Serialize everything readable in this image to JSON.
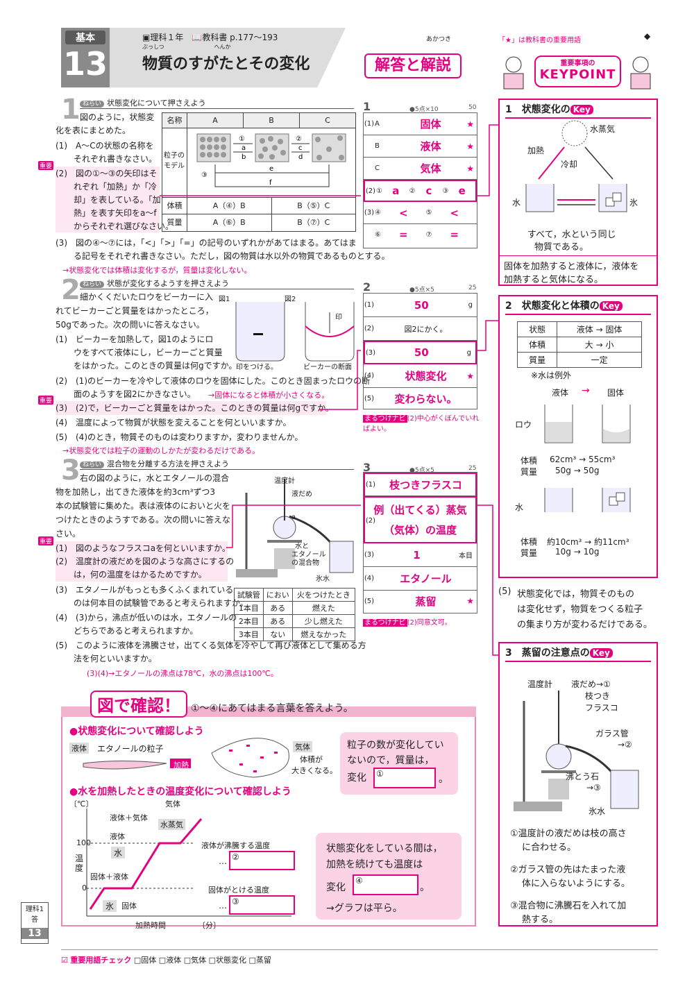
{
  "header": {
    "tab_kind": "基本",
    "tab_num": "13",
    "subject": "理科１年",
    "textbook": "教科書 p.177〜193",
    "title": "物質のすがたとその変化",
    "title_ruby": "ぶっしつ　　　　　　　　　へんか",
    "brand": "あかつき",
    "answer_title": "解答と解説",
    "diamond": "◆"
  },
  "keypoint": {
    "note": "「★」は教科書の重要用語",
    "logo_top": "重要事項の",
    "logo_main": "KEYPOINT",
    "k1": {
      "num": "1",
      "title": "状態変化の",
      "tag": "Key",
      "labels": {
        "vapor": "水蒸気",
        "heat": "加熱",
        "cool": "冷却",
        "water": "水",
        "ice": "氷"
      },
      "cap1": "すべて，水という同じ",
      "cap2": "物質である。",
      "text1": "固体を加熱すると液体に，液体を",
      "text2": "加熱すると気体になる。"
    },
    "k2": {
      "num": "2",
      "title": "状態変化と体積の",
      "tag": "Key",
      "table": [
        [
          "状態",
          "液体 → 固体"
        ],
        [
          "体積",
          "大 → 小"
        ],
        [
          "質量",
          "一定"
        ]
      ],
      "exception": "※水は例外",
      "liquid": "液体",
      "solid": "固体",
      "wax": "ロウ",
      "water": "水",
      "vol_label": "体積",
      "mass_label": "質量",
      "wax_vol": "62cm³ → 55cm³",
      "wax_mass": "50g → 50g",
      "water_vol": "約10cm³ → 約11cm³",
      "water_mass": "10g → 10g"
    },
    "k2note": {
      "num": "(5)",
      "line1": "状態変化では，物質そのもの",
      "line2": "は変化せず，物質をつくる粒子",
      "line3": "の集まり方が変わるだけである。"
    },
    "k3": {
      "num": "3",
      "title": "蒸留の注意点の",
      "tag": "Key",
      "thermo": "温度計",
      "drop": "液だめ→①",
      "flask1": "枝つき",
      "flask2": "フラスコ",
      "tube": "ガラス管",
      "tube_n": "→②",
      "stone": "沸とう石",
      "stone_n": "→③",
      "icewater": "氷水",
      "p1a": "①温度計の液だめは枝の高さ",
      "p1b": "に合わせる。",
      "p2a": "②ガラス管の先はたまった液",
      "p2b": "体に入らないようにする。",
      "p3a": "③混合物に沸騰石を入れて加",
      "p3b": "熱する。"
    }
  },
  "s1": {
    "num": "1",
    "nerai_tag": "ねらい",
    "nerai": "状態変化について押さえよう",
    "q_intro1": "図のように，状態変",
    "q_intro2": "化を表にまとめた。",
    "q1a": "(1)　A〜Cの状態の名称を",
    "q1b": "それぞれ書きなさい。",
    "q2a": "(2)　図の①〜③の矢印はそ",
    "q2b": "れぞれ「加熱」か「冷",
    "q2c": "却」を表している。「加",
    "q2d": "熱」を表す矢印をa〜f",
    "q2e": "からそれぞれ選びなさい。",
    "q3a": "(3)　図の④〜⑦には，「<」「>」「=」の記号のいずれかがあてはまる。あてはま",
    "q3b": "る記号をそれぞれ書きなさい。ただし，図の物質は水以外の物質であるものとする。",
    "note": "→状態変化では体積は変化するが，質量は変化しない。",
    "juyo": "重要",
    "tbl_head": [
      "名称",
      "A",
      "B",
      "C"
    ],
    "tbl_model": "粒子のモデル",
    "tbl_vol": "体積",
    "tbl_mass": "質量",
    "vol_ab": "A（④）B",
    "vol_bc": "B（⑤）C",
    "mass_ab": "A（⑥）B",
    "mass_bc": "B（⑦）C",
    "arrows": {
      "a": "a",
      "b": "b",
      "c": "c",
      "d": "d",
      "e": "e",
      "f": "f",
      "n1": "①",
      "n2": "②",
      "n3": "③"
    }
  },
  "a1": {
    "num": "1",
    "score": "●5点×10",
    "total": "50",
    "r1": {
      "lab": "(1)",
      "A": "A",
      "B": "B",
      "C": "C",
      "vA": "固体",
      "vB": "液体",
      "vC": "気体"
    },
    "r2": {
      "lab": "(2)",
      "c1": "①",
      "v1": "a",
      "c2": "②",
      "v2": "c",
      "c3": "③",
      "v3": "e"
    },
    "r3": {
      "lab": "(3)",
      "c4": "④",
      "v4": "<",
      "c5": "⑤",
      "v5": "<",
      "c6": "⑥",
      "v6": "=",
      "c7": "⑦",
      "v7": "="
    },
    "star": "★"
  },
  "s2": {
    "num": "2",
    "nerai_tag": "ねらい",
    "nerai": "状態が変化するようすを押さえよう",
    "p1": "細かくくだいたロウをビーカーに入",
    "p2": "れてビーカーごと質量をはかったところ，",
    "p3": "50gであった。次の問いに答えなさい。",
    "q1a": "(1)　ビーカーを加熱して，図1のようにロ",
    "q1b": "ウをすべて液体にし，ビーカーごと質量",
    "q1c": "をはかった。このときの質量は何gですか。",
    "q2a": "(2)　(1)のビーカーを冷やして液体のロウを固体にした。このとき固まったロウの断",
    "q2b": "面のようすを図2にかきなさい。",
    "q2note": "→固体になると体積が小さくなる。",
    "q3": "(3)　(2)で，ビーカーごと質量をはかった。このときの質量は何gですか。",
    "q4": "(4)　温度によって物質が状態を変えることを何といいますか。",
    "q5": "(5)　(4)のとき，物質そのものは変わりますか，変わりませんか。",
    "note": "→状態変化では粒子の運動のしかたが変わるだけである。",
    "fig1": "図1",
    "fig2": "図2",
    "mark": "印をつける。",
    "section": "ビーカーの断面",
    "in": "印",
    "juyo": "重要"
  },
  "a2": {
    "num": "2",
    "score": "●5点×5",
    "total": "25",
    "r1": "50",
    "r1u": "g",
    "r2": "図2にかく。",
    "r3": "50",
    "r3u": "g",
    "r4": "状態変化",
    "r5": "変わらない。",
    "navi": "(2)中心がくぼんでいればよい。",
    "navi_tag": "まるつけナビ",
    "labs": [
      "(1)",
      "(2)",
      "(3)",
      "(4)",
      "(5)"
    ]
  },
  "s3": {
    "num": "3",
    "nerai_tag": "ねらい",
    "nerai": "混合物を分離する方法を押さえよう",
    "p1": "右の図のように，水とエタノールの混合",
    "p2": "物を加熱し，出てきた液体を約3cm³ずつ3",
    "p3": "本の試験管に集めた。表は液体のにおいと火を",
    "p4": "つけたときのようすである。次の問いに答えな",
    "p5": "さい。",
    "q1": "(1)　図のようなフラスコaを何といいますか。",
    "q2a": "(2)　温度計の液だめを図のような高さにするの",
    "q2b": "は，何の温度をはかるためですか。",
    "q3a": "(3)　エタノールがもっとも多くふくまれている",
    "q3b": "のは何本目の試験管であると考えられますか。",
    "q4a": "(4)　(3)から，沸点が低いのは水，エタノールの",
    "q4b": "どちらであると考えられますか。",
    "q5a": "(5)　このように液体を沸騰させ，出てくる気体を冷やして再び液体として集める方",
    "q5b": "法を何といいますか。",
    "note": "(3)(4)→エタノールの沸点は78℃，水の沸点は100℃。",
    "juyo": "重要",
    "fig_thermo": "温度計",
    "fig_drop": "液だめ",
    "fig_a": "a",
    "fig_mix1": "水と",
    "fig_mix2": "エタノール",
    "fig_mix3": "の混合物",
    "fig_ice": "氷水",
    "tbl": [
      [
        "試験管",
        "におい",
        "火をつけたとき"
      ],
      [
        "1本目",
        "ある",
        "燃えた"
      ],
      [
        "2本目",
        "ある",
        "少し燃えた"
      ],
      [
        "3本目",
        "ない",
        "燃えなかった"
      ]
    ]
  },
  "a3": {
    "num": "3",
    "score": "●5点×5",
    "total": "25",
    "r1": "枝つきフラスコ",
    "r2a": "例（出てくる）蒸気",
    "r2b": "（気体）の温度",
    "r3": "1",
    "r3u": "本目",
    "r4": "エタノール",
    "r5": "蒸留",
    "navi": "(2)同意文可。",
    "navi_tag": "まるつけナビ",
    "labs": [
      "(1)",
      "(2)",
      "(3)",
      "(4)",
      "(5)"
    ]
  },
  "zu": {
    "title": "図で確認！",
    "lead": "①〜④にあてはまる言葉を答えよう。",
    "h1": "●状態変化について確認しよう",
    "liquid": "液体",
    "ethanol": "エタノールの粒子",
    "heat": "加熱",
    "gas": "気体",
    "vol_big1": "体積が",
    "vol_big2": "大きくなる。",
    "card1a": "粒子の数が変化してい",
    "card1b": "ないので，質量は，",
    "card1c": "変化",
    "c1": "①",
    "maru": "。",
    "h2": "●水を加熱したときの温度変化について確認しよう",
    "unit": "〔℃〕",
    "y100": "100",
    "y0": "0",
    "ylabel": "温度",
    "xlabel": "加熱時間",
    "xunit": "〔分〕",
    "gas2": "気体",
    "liqgas": "液体＋気体",
    "vapor": "水蒸気",
    "liq2": "液体",
    "water": "水",
    "solliq": "固体＋液体",
    "ice": "氷",
    "sol": "固体",
    "boil": "液体が沸騰する温度",
    "melt": "固体がとける温度",
    "dots": "…",
    "c2": "②",
    "c3": "③",
    "card2a": "状態変化をしている間は，",
    "card2b": "加熱を続けても温度は",
    "card2c": "変化",
    "c4": "④",
    "card2d": "→グラフは平ら。"
  },
  "footer": {
    "check_title": "重要用語チェック",
    "terms": [
      "固体",
      "液体",
      "気体",
      "状態変化",
      "蒸留"
    ],
    "page_a": "理科1",
    "page_b": "答",
    "page_n": "13"
  }
}
